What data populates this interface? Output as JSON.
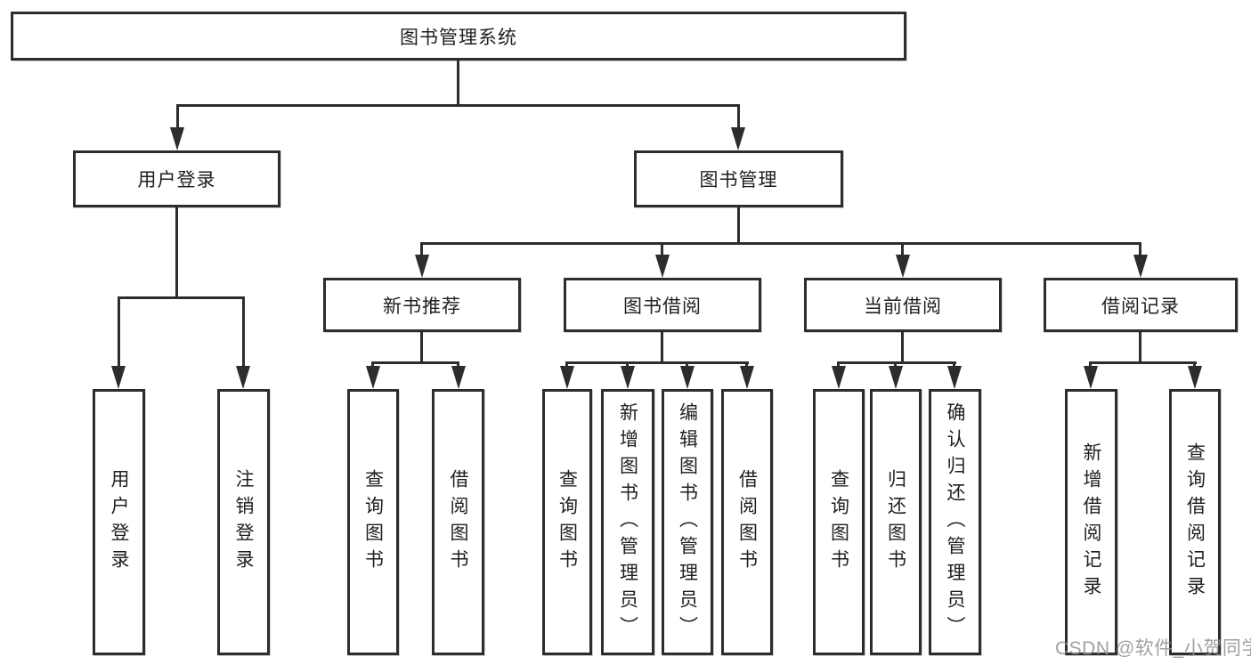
{
  "diagram": {
    "title": "图书管理系统",
    "type": "hierarchy-tree",
    "colors": {
      "line": "#2d2d2d",
      "text": "#1f1f1f",
      "background": "#ffffff",
      "watermark": "#949494"
    },
    "watermark": "CSDN @软件_小贺同学"
  },
  "tree": {
    "root": {
      "label": "图书管理系统",
      "children": [
        {
          "label": "用户登录",
          "children": [
            {
              "label": "用户登录"
            },
            {
              "label": "注销登录"
            }
          ]
        },
        {
          "label": "图书管理",
          "children": [
            {
              "label": "新书推荐",
              "children": [
                {
                  "label": "查询图书"
                },
                {
                  "label": "借阅图书"
                }
              ]
            },
            {
              "label": "图书借阅",
              "children": [
                {
                  "label": "查询图书"
                },
                {
                  "label": "新增图书（管理员）"
                },
                {
                  "label": "编辑图书（管理员）"
                },
                {
                  "label": "借阅图书"
                }
              ]
            },
            {
              "label": "当前借阅",
              "children": [
                {
                  "label": "查询图书"
                },
                {
                  "label": "归还图书"
                },
                {
                  "label": "确认归还（管理员）"
                }
              ]
            },
            {
              "label": "借阅记录",
              "children": [
                {
                  "label": "新增借阅记录"
                },
                {
                  "label": "查询借阅记录"
                }
              ]
            }
          ]
        }
      ]
    }
  }
}
